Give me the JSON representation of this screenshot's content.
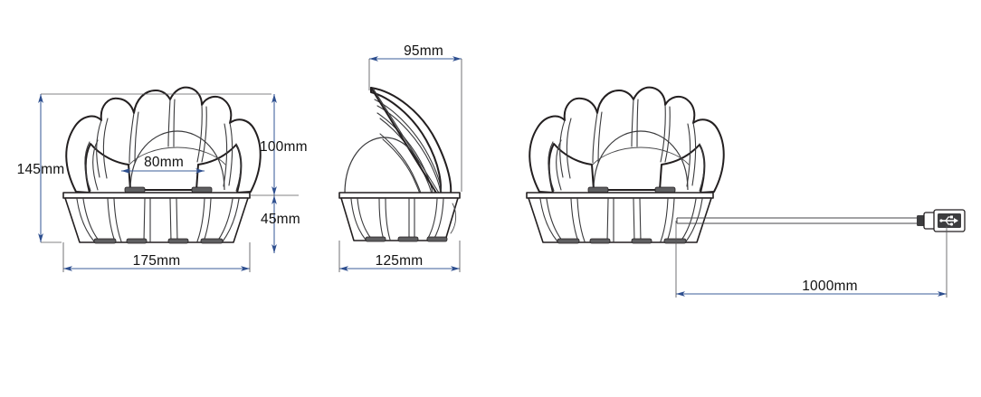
{
  "document": {
    "type": "technical-dimension-drawing",
    "subject": "Clam shell LED night light with USB cable",
    "background_color": "#ffffff",
    "line_color": "#231f20",
    "dimension_color": "#3b5c9a",
    "text_color": "#111111",
    "units": "mm"
  },
  "views": {
    "front": {
      "name": "front-view",
      "dimensions": {
        "overall_height": "145mm",
        "shell_height": "100mm",
        "base_height": "45mm",
        "inner_globe_width": "80mm",
        "base_width": "175mm"
      }
    },
    "side": {
      "name": "side-view",
      "dimensions": {
        "shell_depth": "95mm",
        "base_depth": "125mm"
      }
    },
    "cable": {
      "name": "cable-view",
      "dimensions": {
        "cable_length": "1000mm"
      },
      "connector": "usb-a-plug"
    }
  },
  "labels": {
    "height_145": "145mm",
    "height_100": "100mm",
    "height_45": "45mm",
    "width_80": "80mm",
    "width_175": "175mm",
    "depth_95": "95mm",
    "depth_125": "125mm",
    "length_1000": "1000mm"
  }
}
